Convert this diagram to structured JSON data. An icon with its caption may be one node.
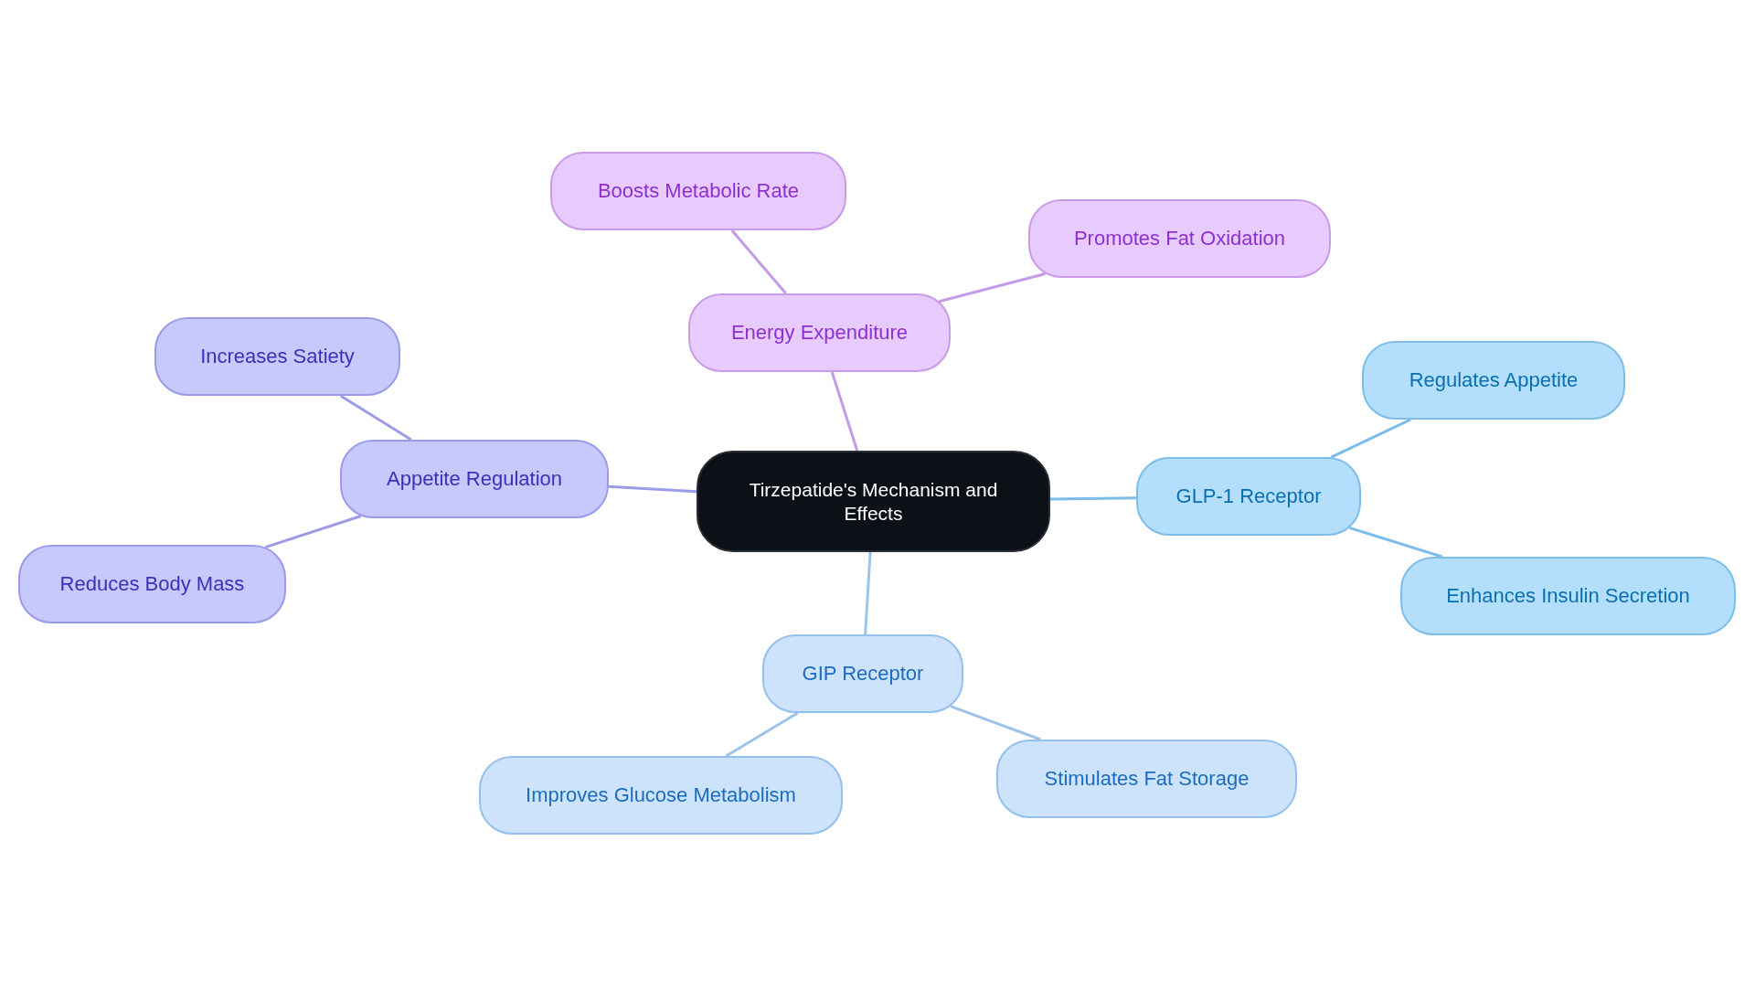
{
  "diagram": {
    "nodes": [
      {
        "text": [
          "Tirzepatide's Mechanism and Effects"
        ]
      },
      {
        "text": [
          "Energy Expenditure"
        ]
      },
      {
        "text": [
          "Boosts Metabolic Rate"
        ]
      },
      {
        "text": [
          "Promotes Fat Oxidation"
        ]
      },
      {
        "text": [
          "Appetite Regulation"
        ]
      },
      {
        "text": [
          "Increases Satiety"
        ]
      },
      {
        "text": [
          "Reduces Body Mass"
        ]
      },
      {
        "text": [
          "GLP-1 Receptor"
        ]
      },
      {
        "text": [
          "Regulates Appetite"
        ]
      },
      {
        "text": [
          "Enhances Insulin Secretion"
        ]
      },
      {
        "text": [
          "GIP Receptor"
        ]
      },
      {
        "text": [
          "Improves Glucose Metabolism"
        ]
      },
      {
        "text": [
          "Stimulates Fat Storage"
        ]
      }
    ],
    "edges": [
      {
        "from": 0,
        "to": 1,
        "arrow": "none",
        "color": "#c39be6"
      },
      {
        "from": 1,
        "to": 2,
        "arrow": "none",
        "color": "#c39be6"
      },
      {
        "from": 1,
        "to": 3,
        "arrow": "none",
        "color": "#c39be6"
      },
      {
        "from": 0,
        "to": 4,
        "arrow": "none",
        "color": "#9b9be8"
      },
      {
        "from": 4,
        "to": 5,
        "arrow": "none",
        "color": "#9b9be8"
      },
      {
        "from": 4,
        "to": 6,
        "arrow": "none",
        "color": "#9b9be8"
      },
      {
        "from": 0,
        "to": 7,
        "arrow": "none",
        "color": "#7bbde8"
      },
      {
        "from": 7,
        "to": 8,
        "arrow": "none",
        "color": "#7bbde8"
      },
      {
        "from": 7,
        "to": 9,
        "arrow": "none",
        "color": "#7bbde8"
      },
      {
        "from": 0,
        "to": 10,
        "arrow": "none",
        "color": "#9cc4ea"
      },
      {
        "from": 10,
        "to": 11,
        "arrow": "none",
        "color": "#9cc4ea"
      },
      {
        "from": 10,
        "to": 12,
        "arrow": "none",
        "color": "#9cc4ea"
      }
    ]
  }
}
